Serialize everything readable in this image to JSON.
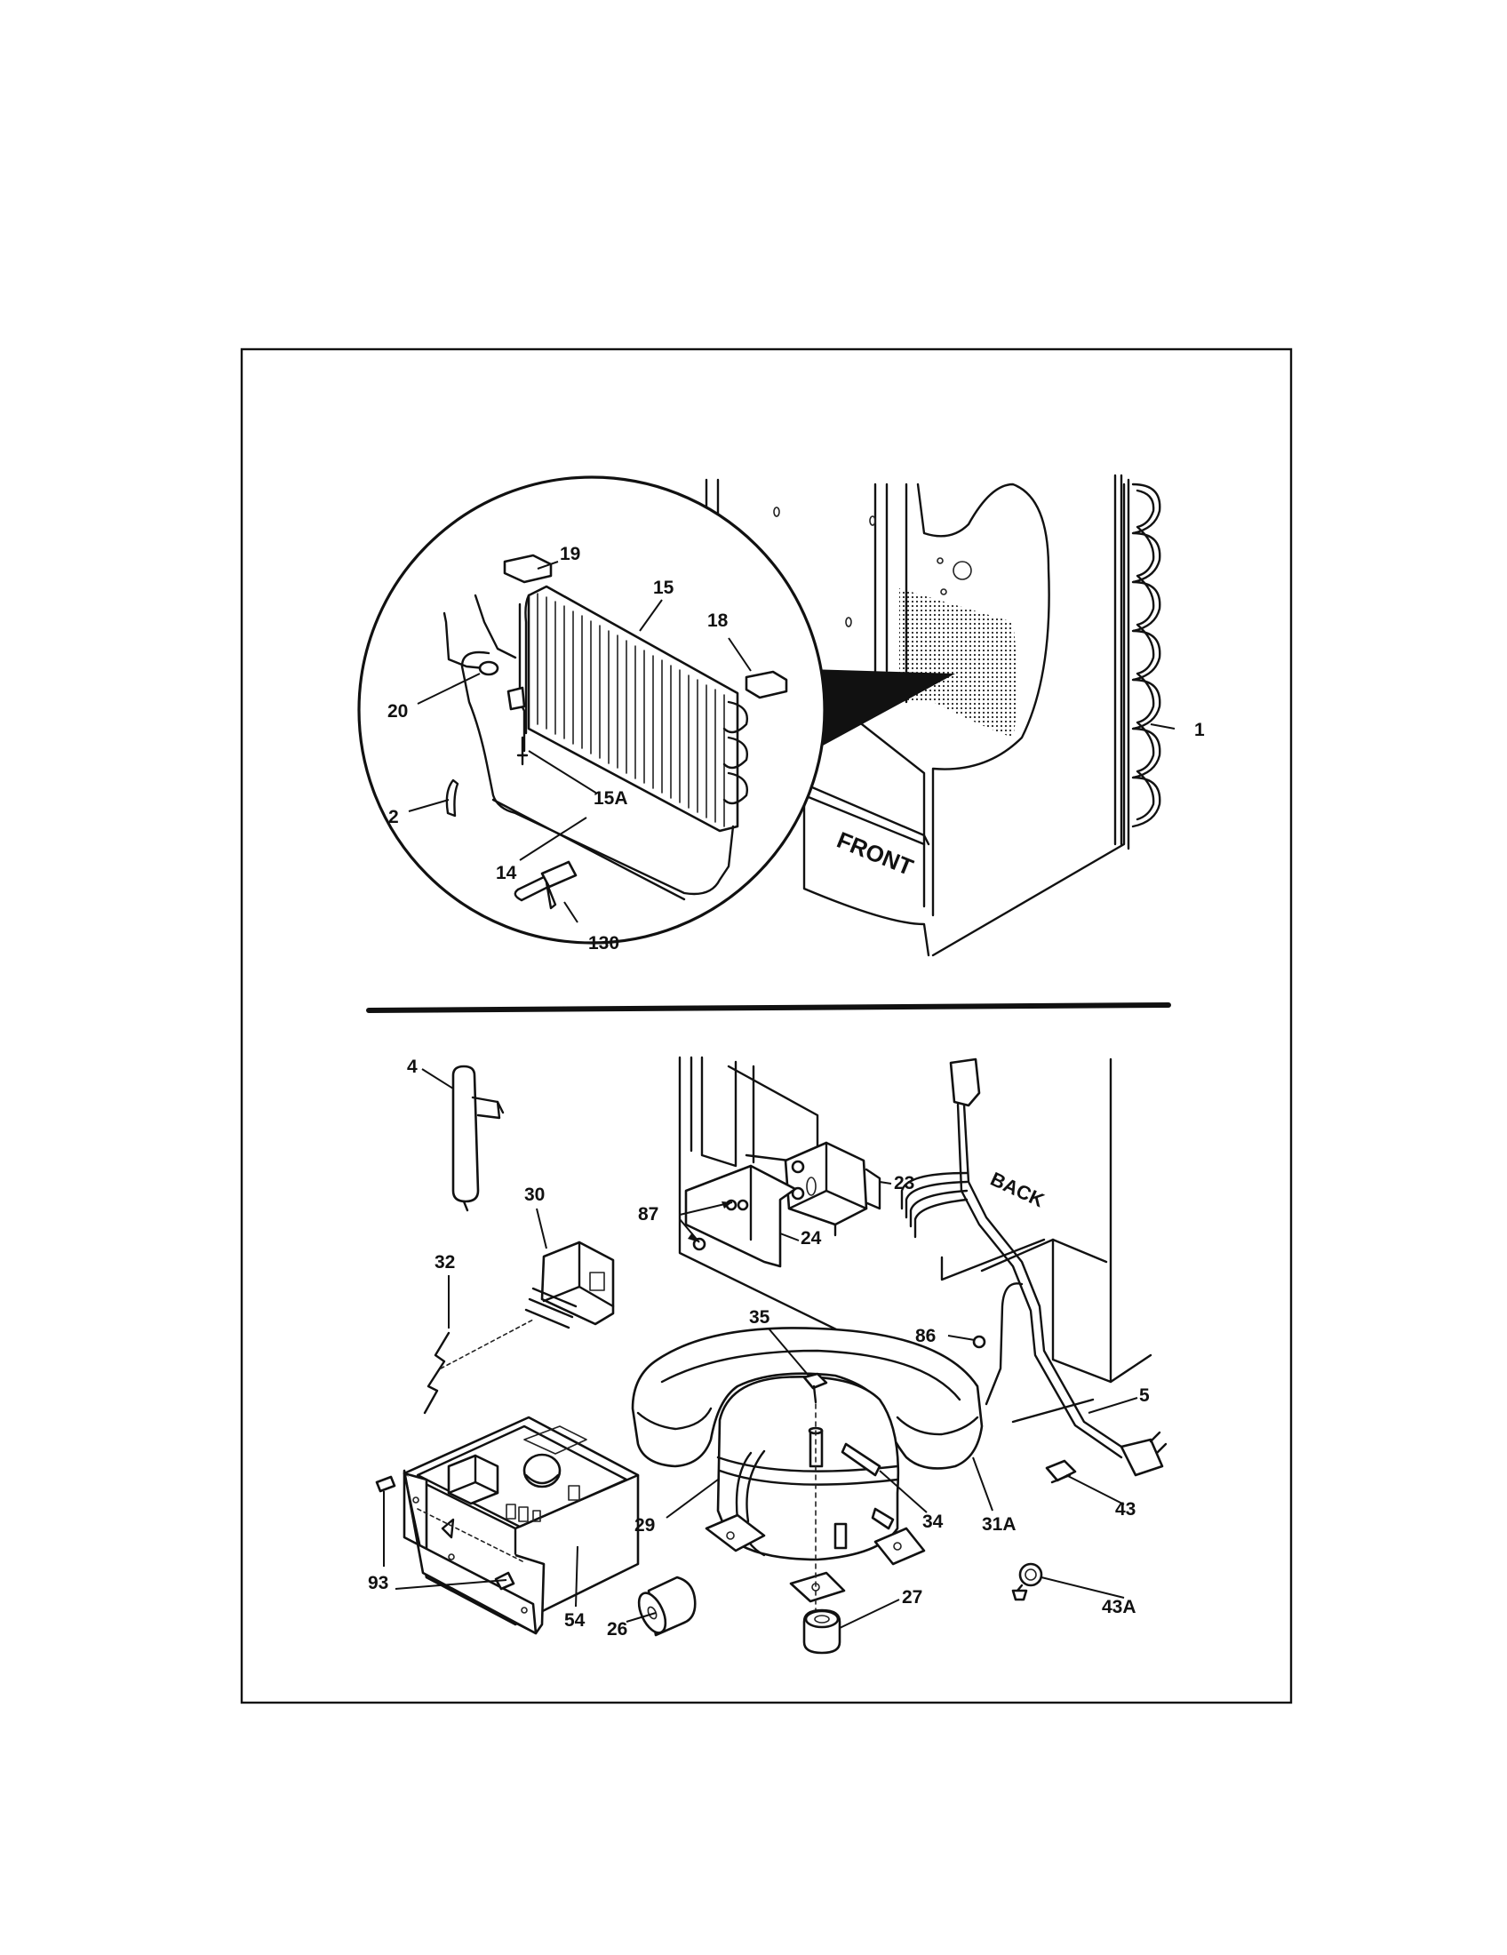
{
  "labels": {
    "front": "FRONT",
    "back": "BACK"
  },
  "callouts": [
    {
      "id": "c19",
      "text": "19"
    },
    {
      "id": "c15",
      "text": "15"
    },
    {
      "id": "c18",
      "text": "18"
    },
    {
      "id": "c20",
      "text": "20"
    },
    {
      "id": "c15a",
      "text": "15A"
    },
    {
      "id": "c2",
      "text": "2"
    },
    {
      "id": "c14",
      "text": "14"
    },
    {
      "id": "c130",
      "text": "130"
    },
    {
      "id": "c1",
      "text": "1"
    },
    {
      "id": "c4",
      "text": "4"
    },
    {
      "id": "c30",
      "text": "30"
    },
    {
      "id": "c32",
      "text": "32"
    },
    {
      "id": "c87",
      "text": "87"
    },
    {
      "id": "c23",
      "text": "23"
    },
    {
      "id": "c24",
      "text": "24"
    },
    {
      "id": "c35",
      "text": "35"
    },
    {
      "id": "c86",
      "text": "86"
    },
    {
      "id": "c5",
      "text": "5"
    },
    {
      "id": "c43",
      "text": "43"
    },
    {
      "id": "c29",
      "text": "29"
    },
    {
      "id": "c34",
      "text": "34"
    },
    {
      "id": "c31a",
      "text": "31A"
    },
    {
      "id": "c93",
      "text": "93"
    },
    {
      "id": "c54",
      "text": "54"
    },
    {
      "id": "c26",
      "text": "26"
    },
    {
      "id": "c27",
      "text": "27"
    },
    {
      "id": "c43a",
      "text": "43A"
    }
  ]
}
